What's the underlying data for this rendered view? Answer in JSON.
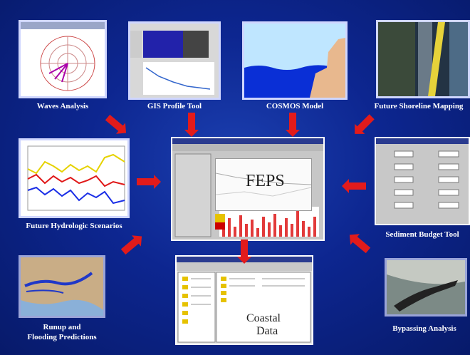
{
  "modules": {
    "waves": "Waves Analysis",
    "gis": "GIS Profile Tool",
    "cosmos": "COSMOS Model",
    "shoreline": "Future Shoreline Mapping",
    "hydrologic": "Future Hydrologic Scenarios",
    "sediment": "Sediment Budget Tool",
    "runup_line1": "Runup and",
    "runup_line2": "Flooding Predictions",
    "bypassing": "Bypassing Analysis"
  },
  "center": {
    "title": "FEPS"
  },
  "coastal": {
    "line1": "Coastal",
    "line2": "Data"
  },
  "colors": {
    "background": "#0d2690",
    "arrow": "#e21b1b",
    "frame": "#cfd6ff"
  }
}
